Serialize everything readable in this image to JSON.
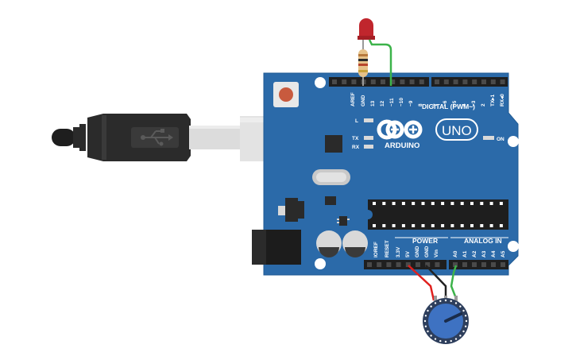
{
  "board": {
    "brand": "ARDUINO",
    "model": "UNO",
    "on_label": "ON",
    "led_labels": {
      "l": "L",
      "tx": "TX",
      "rx": "RX"
    },
    "digital_header_label": "DIGITAL (PWM~)",
    "digital_pins": [
      "AREF",
      "GND",
      "13",
      "12",
      "~11",
      "~10",
      "~9",
      "8",
      "7",
      "~6",
      "~5",
      "4",
      "~3",
      "2",
      "TX▸1",
      "RX◂0"
    ],
    "power_header_label": "POWER",
    "power_pins": [
      "IOREF",
      "RESET",
      "3.3V",
      "5V",
      "GND",
      "GND",
      "Vin"
    ],
    "analog_header_label": "ANALOG IN",
    "analog_pins": [
      "A0",
      "A1",
      "A2",
      "A3",
      "A4",
      "A5"
    ]
  },
  "components": {
    "usb_cable": {
      "icon": "usb-icon"
    },
    "led": {
      "color": "#c0262d"
    },
    "resistor": {
      "bands": [
        "#b87a3d",
        "#2a2a2a",
        "#b8462c",
        "#c9a23a"
      ]
    },
    "potentiometer": {
      "color": "#3e72c2"
    }
  },
  "wires": {
    "led_to_pin11": "#3cb34a",
    "pot_5v": "#e0201d",
    "pot_gnd": "#222222",
    "pot_a0": "#3cb34a"
  },
  "colors": {
    "board": "#2b6aa9",
    "board_edge": "#1f5a93"
  }
}
